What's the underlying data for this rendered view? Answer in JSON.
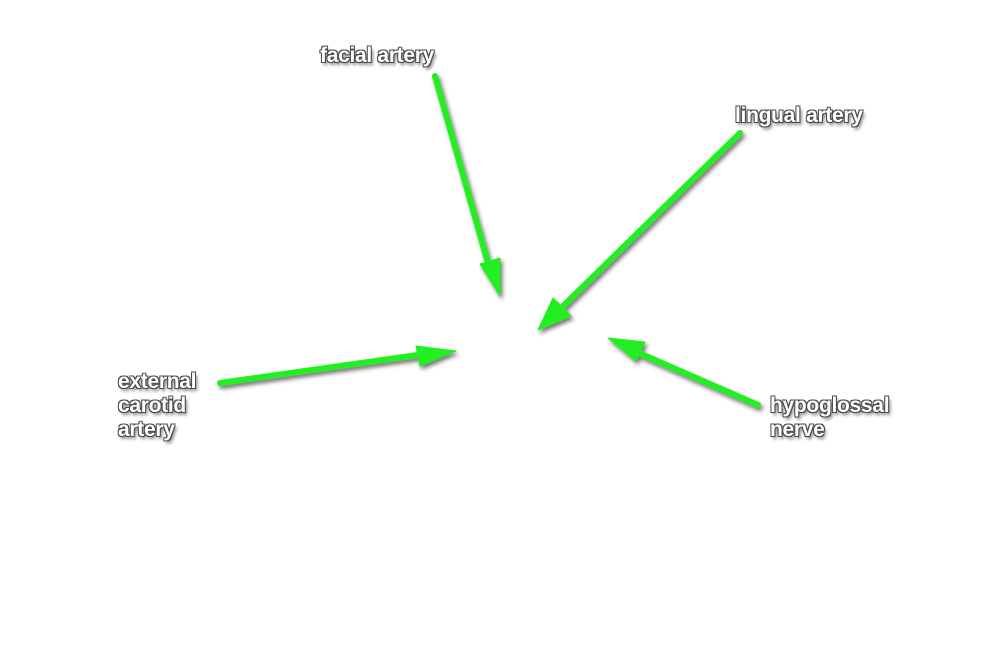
{
  "labels": {
    "facial": "facial artery",
    "lingual": "lingual artery",
    "external_carotid": [
      "external",
      "carotid",
      "artery"
    ],
    "hypoglossal": [
      "hypoglossal",
      "nerve"
    ]
  },
  "colors": {
    "arrow": "#22ee22",
    "label_text": "#ffffff",
    "label_outline": "#4a4a4a",
    "background": "#ffffff"
  }
}
